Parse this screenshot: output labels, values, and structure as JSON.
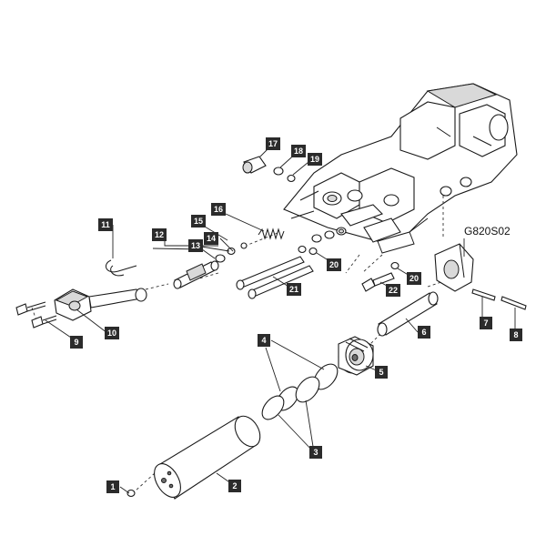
{
  "diagram_code": "G820S02",
  "callouts": [
    "1",
    "2",
    "3",
    "4",
    "5",
    "6",
    "7",
    "8",
    "9",
    "10",
    "11",
    "12",
    "13",
    "14",
    "15",
    "16",
    "17",
    "18",
    "19",
    "20",
    "20",
    "21",
    "22"
  ]
}
